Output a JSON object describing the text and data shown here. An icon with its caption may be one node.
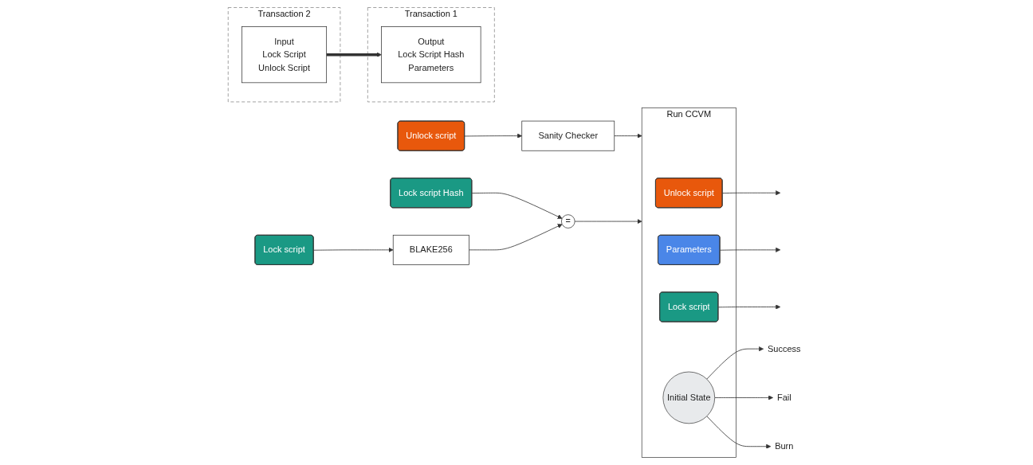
{
  "diagram": {
    "nodes": [
      {
        "text": [
          "Transaction 1"
        ]
      },
      {
        "text": [
          "Output",
          "Lock Script Hash",
          "Parameters"
        ],
        "in": 0
      },
      {
        "text": [
          "Transaction 2"
        ]
      },
      {
        "text": [
          "Input",
          "Lock Script",
          "Unlock Script"
        ],
        "in": 2
      },
      {
        "text": [
          "Unlock script"
        ]
      },
      {
        "text": [
          "Sanity Checker"
        ]
      },
      {
        "text": [
          "Lock script Hash"
        ]
      },
      {
        "text": [
          "="
        ]
      },
      {
        "text": [
          "Lock script"
        ]
      },
      {
        "text": [
          "BLAKE256"
        ]
      },
      {
        "text": [
          "Run CCVM"
        ]
      },
      {
        "text": [
          "Unlock script"
        ],
        "in": 10
      },
      {
        "text": [
          "Parameters"
        ],
        "in": 10
      },
      {
        "text": [
          "Lock script"
        ],
        "in": 10
      },
      {
        "text": [
          "Initial State"
        ],
        "in": 10
      },
      {
        "text": [
          "Success"
        ]
      },
      {
        "text": [
          "Fail"
        ]
      },
      {
        "text": [
          "Burn"
        ]
      }
    ],
    "edges": [
      {
        "from": 3,
        "to": 1,
        "arrow": "to",
        "style": "thick"
      },
      {
        "from": 4,
        "to": 5,
        "arrow": "to"
      },
      {
        "from": 6,
        "to": 7,
        "arrow": "to"
      },
      {
        "from": 8,
        "to": 9,
        "arrow": "to"
      },
      {
        "from": 9,
        "to": 7,
        "arrow": "to"
      },
      {
        "from": 5,
        "to": 10,
        "arrow": "to"
      },
      {
        "from": 7,
        "to": 10,
        "arrow": "to"
      },
      {
        "from": 11,
        "to": null,
        "arrow": "to"
      },
      {
        "from": 12,
        "to": null,
        "arrow": "to"
      },
      {
        "from": 13,
        "to": null,
        "arrow": "to"
      },
      {
        "from": 14,
        "to": 15,
        "arrow": "to"
      },
      {
        "from": 14,
        "to": 16,
        "arrow": "to"
      },
      {
        "from": 14,
        "to": 17,
        "arrow": "to"
      }
    ]
  }
}
